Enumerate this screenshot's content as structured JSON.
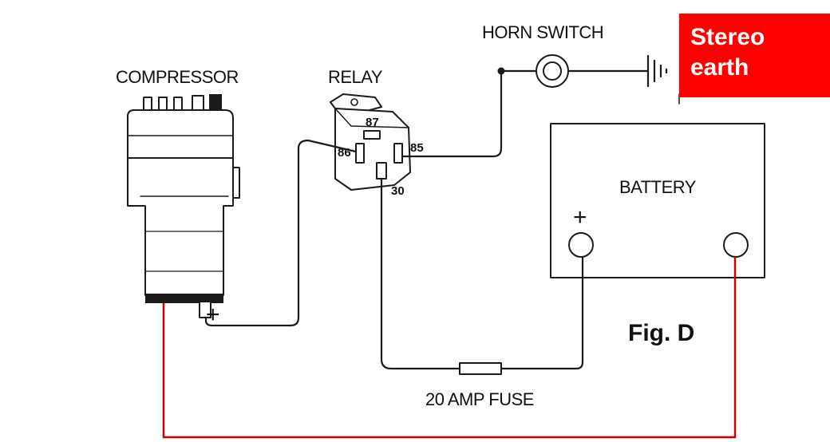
{
  "labels": {
    "compressor": "COMPRESSOR",
    "relay": "RELAY",
    "horn_switch": "HORN SWITCH",
    "battery": "BATTERY",
    "fuse": "20 AMP FUSE",
    "figure": "Fig. D",
    "pin_87": "87",
    "pin_86": "86",
    "pin_85": "85",
    "pin_30": "30",
    "battery_positive": "+",
    "compressor_positive": "+"
  },
  "callout": {
    "line1": "Stereo",
    "line2": "earth"
  },
  "colors": {
    "callout_bg": "#ff0000",
    "callout_text": "#ffffff",
    "added_wire": "#cc0000",
    "ink": "#1a1a1a"
  }
}
